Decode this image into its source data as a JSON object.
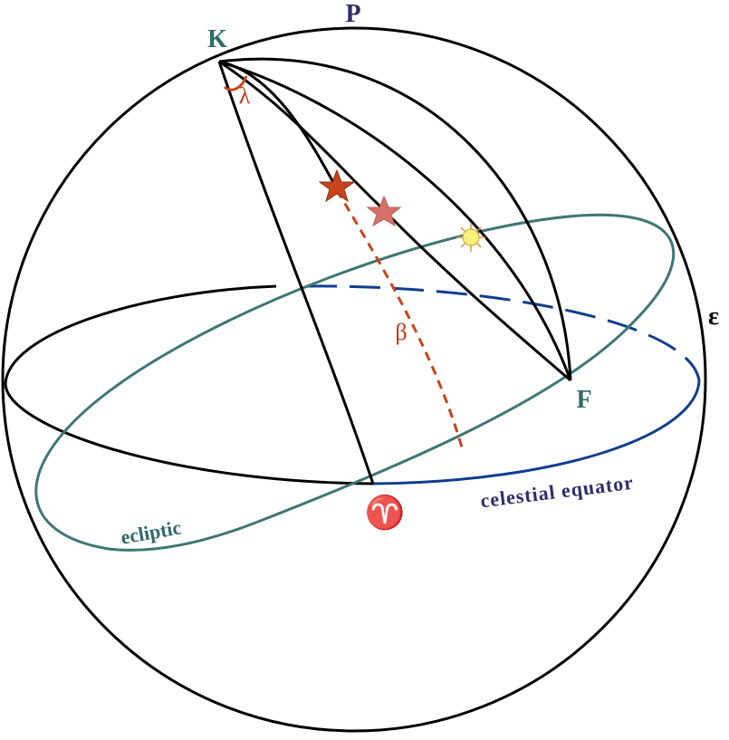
{
  "labels": {
    "pole_p": "P",
    "pole_k": "K",
    "obliquity": "ε",
    "lambda": "λ",
    "beta": "β",
    "point_f": "F",
    "aries": "♈",
    "ecliptic": "ecliptic",
    "celestial_equator": "celestial equator"
  },
  "colors": {
    "outline": "#000000",
    "ecliptic": "#3f7673",
    "equator_back": "#0f3e8f",
    "label_teal": "#2f6a68",
    "label_navy": "#2e2d6b",
    "latitude_arc": "#c8441a",
    "star_primary": "#c8441a",
    "star_projected": "#d8706a",
    "sun_fill": "#f4f27a",
    "sun_rays": "#d89a3a"
  },
  "icons": {
    "star": "star-icon",
    "projected_star": "star-icon",
    "sun": "sun-icon"
  }
}
